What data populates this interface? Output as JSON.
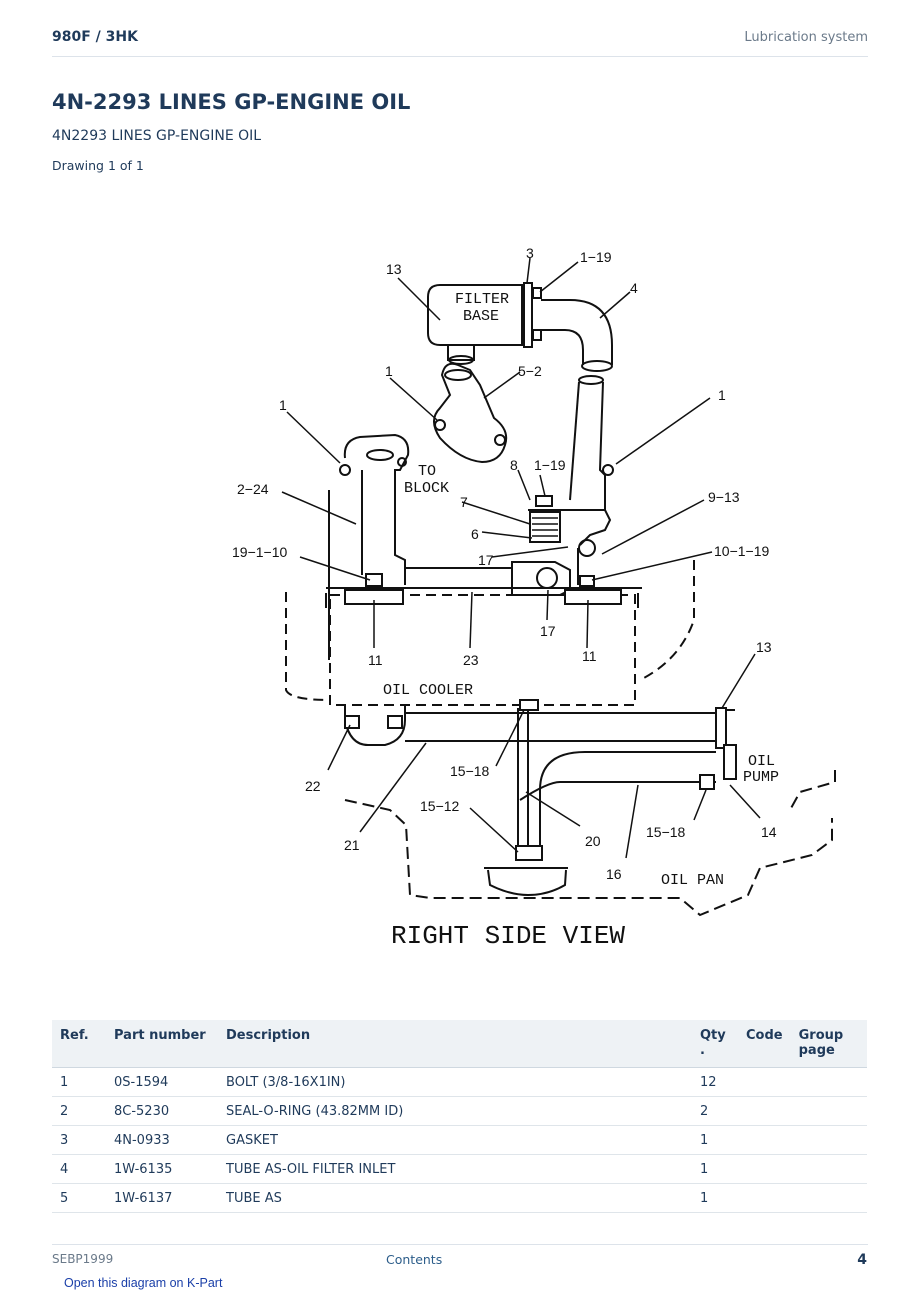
{
  "header": {
    "model": "980F  /  3HK",
    "section": "Lubrication system"
  },
  "title": "4N-2293 LINES GP-ENGINE OIL",
  "subtitle": "4N2293 LINES GP-ENGINE OIL",
  "drawing_count": "Drawing 1 of 1",
  "diagram": {
    "labels": {
      "filter_base_1": "FILTER",
      "filter_base_2": "BASE",
      "to_block_1": "TO",
      "to_block_2": "BLOCK",
      "oil_cooler": "OIL  COOLER",
      "oil_pump_1": "OIL",
      "oil_pump_2": "PUMP",
      "oil_pan": "OIL  PAN",
      "view": "RIGHT  SIDE  VIEW"
    },
    "callouts": [
      "3",
      "1−19",
      "13",
      "4",
      "5−2",
      "1",
      "1",
      "1",
      "8",
      "1−19",
      "2−24",
      "7",
      "9−13",
      "6",
      "19−1−10",
      "17",
      "10−1−19",
      "17",
      "11",
      "23",
      "11",
      "13",
      "22",
      "15−18",
      "15−12",
      "20",
      "21",
      "15−18",
      "14",
      "16"
    ]
  },
  "table": {
    "headers": [
      "Ref.",
      "Part number",
      "Description",
      "Qty\n.",
      "Code",
      "Group\npage"
    ],
    "rows": [
      [
        "1",
        "0S-1594",
        "BOLT (3/8-16X1IN)",
        "12",
        "",
        ""
      ],
      [
        "2",
        "8C-5230",
        "SEAL-O-RING (43.82MM ID)",
        "2",
        "",
        ""
      ],
      [
        "3",
        "4N-0933",
        "GASKET",
        "1",
        "",
        ""
      ],
      [
        "4",
        "1W-6135",
        "TUBE AS-OIL FILTER INLET",
        "1",
        "",
        ""
      ],
      [
        "5",
        "1W-6137",
        "TUBE AS",
        "1",
        "",
        ""
      ]
    ]
  },
  "footer": {
    "doc": "SEBP1999",
    "contents": "Contents",
    "page": "4"
  },
  "kpart_link": "Open this diagram on K-Part"
}
